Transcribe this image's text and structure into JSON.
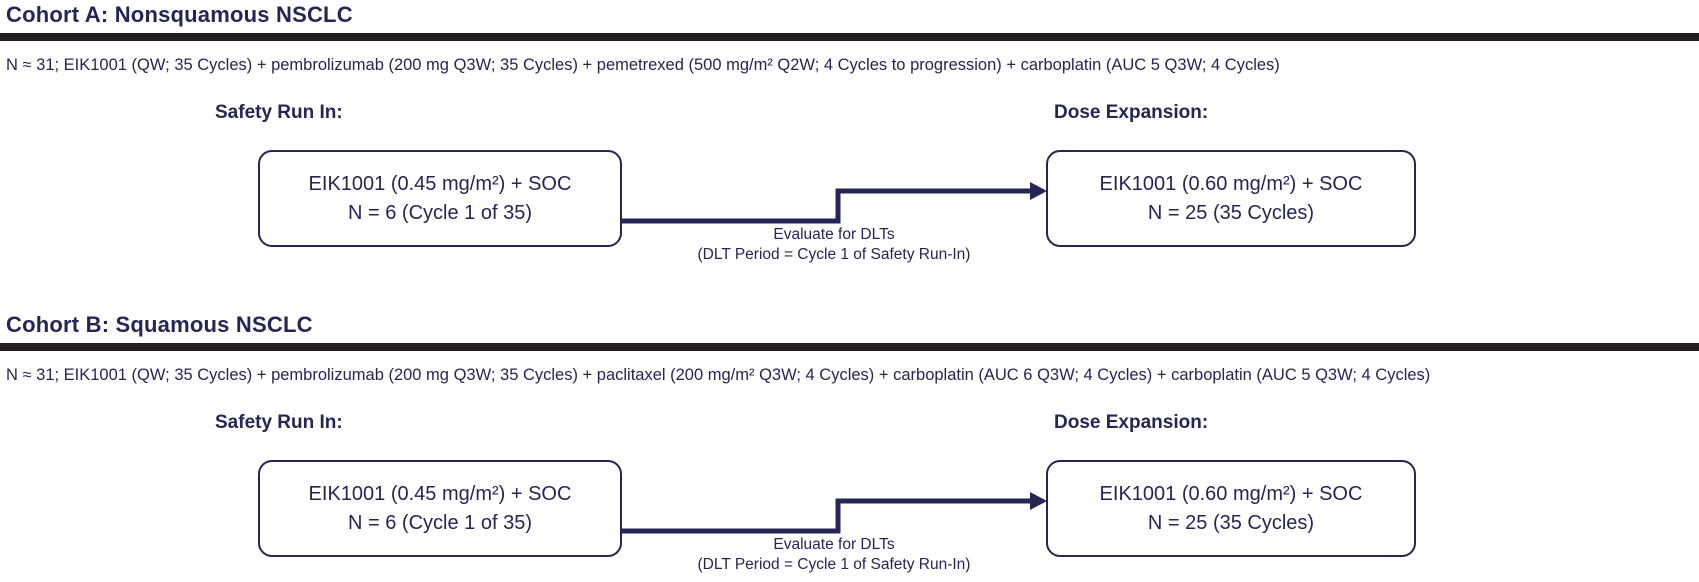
{
  "figure": {
    "colors": {
      "navy": "#262554",
      "rule": "#231f20",
      "background": "#ffffff"
    }
  },
  "shared": {
    "safety_label": "Safety Run In:",
    "dose_label": "Dose Expansion:",
    "evaluate_label": "Evaluate for DLTs",
    "dlt_period_label": "(DLT Period = Cycle 1 of Safety Run-In)"
  },
  "cohorts": [
    {
      "title": "Cohort A: Nonsquamous NSCLC",
      "regimen": "N ≈ 31; EIK1001 (QW; 35 Cycles) + pembrolizumab (200 mg Q3W; 35 Cycles) + pemetrexed (500 mg/m² Q2W; 4 Cycles to progression) + carboplatin (AUC 5 Q3W; 4 Cycles)",
      "safety_box": {
        "line1": "EIK1001 (0.45 mg/m²) + SOC",
        "line2": "N = 6 (Cycle 1 of 35)"
      },
      "dose_box": {
        "line1": "EIK1001 (0.60 mg/m²) + SOC",
        "line2": "N = 25 (35 Cycles)"
      }
    },
    {
      "title": "Cohort B: Squamous NSCLC",
      "regimen": "N ≈ 31; EIK1001 (QW; 35 Cycles) + pembrolizumab (200 mg Q3W; 35 Cycles) + paclitaxel (200 mg/m² Q3W; 4 Cycles) + carboplatin (AUC 6 Q3W; 4 Cycles) + carboplatin (AUC 5 Q3W; 4 Cycles)",
      "safety_box": {
        "line1": "EIK1001 (0.45 mg/m²) + SOC",
        "line2": "N = 6 (Cycle 1 of 35)"
      },
      "dose_box": {
        "line1": "EIK1001 (0.60 mg/m²) + SOC",
        "line2": "N = 25 (35 Cycles)"
      }
    }
  ]
}
